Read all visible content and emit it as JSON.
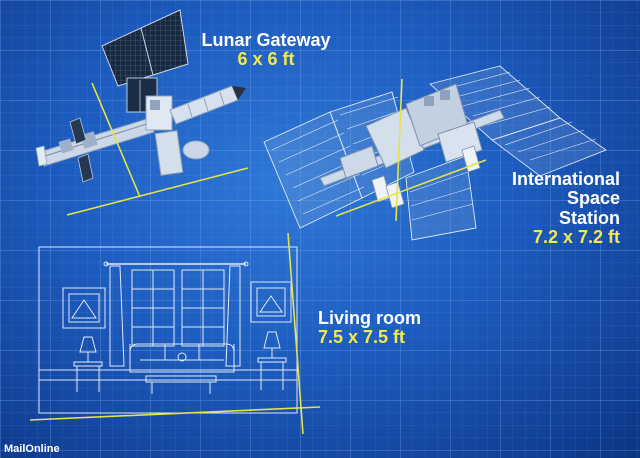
{
  "labels": {
    "gateway": {
      "title": "Lunar Gateway",
      "dims": "6 x 6 ft"
    },
    "iss": {
      "title_lines": [
        "International",
        "Space",
        "Station"
      ],
      "dims": "7.2 x 7.2 ft"
    },
    "living_room": {
      "title": "Living room",
      "dims": "7.5 x 7.5 ft"
    }
  },
  "credit": "MailOnline",
  "colors": {
    "background": "#1d5cbf",
    "grid": "#5d93e0",
    "title_text": "#ffffff",
    "dimension_text": "#f2e94e",
    "dimension_line": "#e6e24a",
    "structure": "#d8e4f2",
    "panel": "#1a2c45"
  }
}
